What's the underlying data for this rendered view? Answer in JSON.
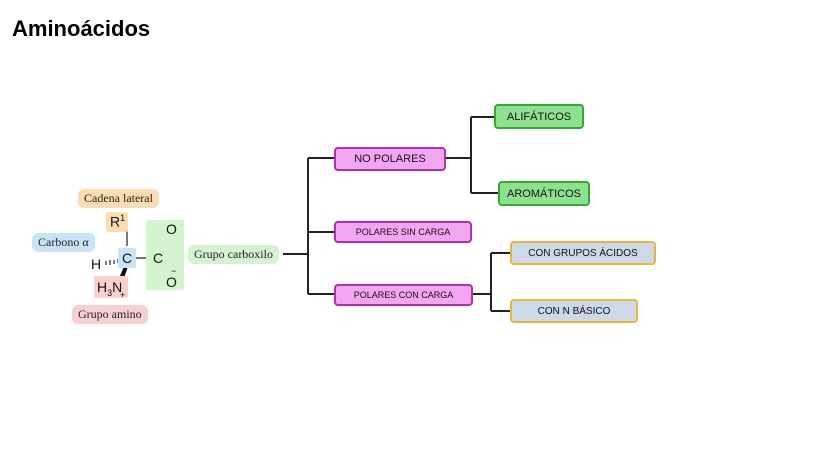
{
  "title": "Aminoácidos",
  "molecule": {
    "labels": {
      "side_chain": "Cadena lateral",
      "alpha_carbon": "Carbono α",
      "carboxyl": "Grupo carboxilo",
      "amino": "Grupo amino"
    },
    "atoms": {
      "r": "R",
      "r_sup": "1",
      "h": "H",
      "c_alpha": "C",
      "c_carboxyl": "C",
      "o_top": "O",
      "o_bottom": "O",
      "o_charge": "−",
      "h3": "H",
      "h3_sub": "3",
      "n": "N",
      "n_charge": "+"
    }
  },
  "tree": {
    "no_polares": "NO POLARES",
    "alifaticos": "ALIFÁTICOS",
    "aromaticos": "AROMÁTICOS",
    "polares_sin_carga": "POLARES SIN CARGA",
    "polares_con_carga": "POLARES CON CARGA",
    "con_grupos_acidos": "CON GRUPOS ÁCIDOS",
    "con_n_basico": "CON N BÁSICO"
  },
  "colors": {
    "pink_fill": "#f2a6f2",
    "green_fill": "#8ee28e",
    "blue_fill": "#cdd8e8",
    "orange_label": "#fcdcb0",
    "blue_label": "#c8e4f8",
    "green_label": "#d4f4d0",
    "red_label": "#f8d0d0"
  }
}
